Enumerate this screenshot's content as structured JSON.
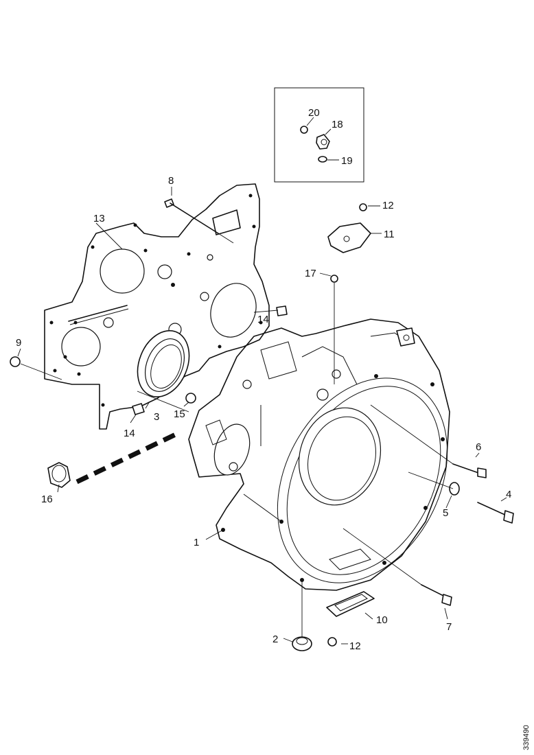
{
  "diagram": {
    "callouts": [
      {
        "id": "c1",
        "label": "1"
      },
      {
        "id": "c2",
        "label": "2"
      },
      {
        "id": "c3",
        "label": "3"
      },
      {
        "id": "c4",
        "label": "4"
      },
      {
        "id": "c5",
        "label": "5"
      },
      {
        "id": "c6",
        "label": "6"
      },
      {
        "id": "c7",
        "label": "7"
      },
      {
        "id": "c8",
        "label": "8"
      },
      {
        "id": "c9",
        "label": "9"
      },
      {
        "id": "c10",
        "label": "10"
      },
      {
        "id": "c11",
        "label": "11"
      },
      {
        "id": "c12a",
        "label": "12"
      },
      {
        "id": "c12b",
        "label": "12"
      },
      {
        "id": "c13",
        "label": "13"
      },
      {
        "id": "c14a",
        "label": "14"
      },
      {
        "id": "c14b",
        "label": "14"
      },
      {
        "id": "c15",
        "label": "15"
      },
      {
        "id": "c16",
        "label": "16"
      },
      {
        "id": "c17",
        "label": "17"
      },
      {
        "id": "c18",
        "label": "18"
      },
      {
        "id": "c19",
        "label": "19"
      },
      {
        "id": "c20",
        "label": "20"
      }
    ],
    "figure_number": "339490"
  }
}
